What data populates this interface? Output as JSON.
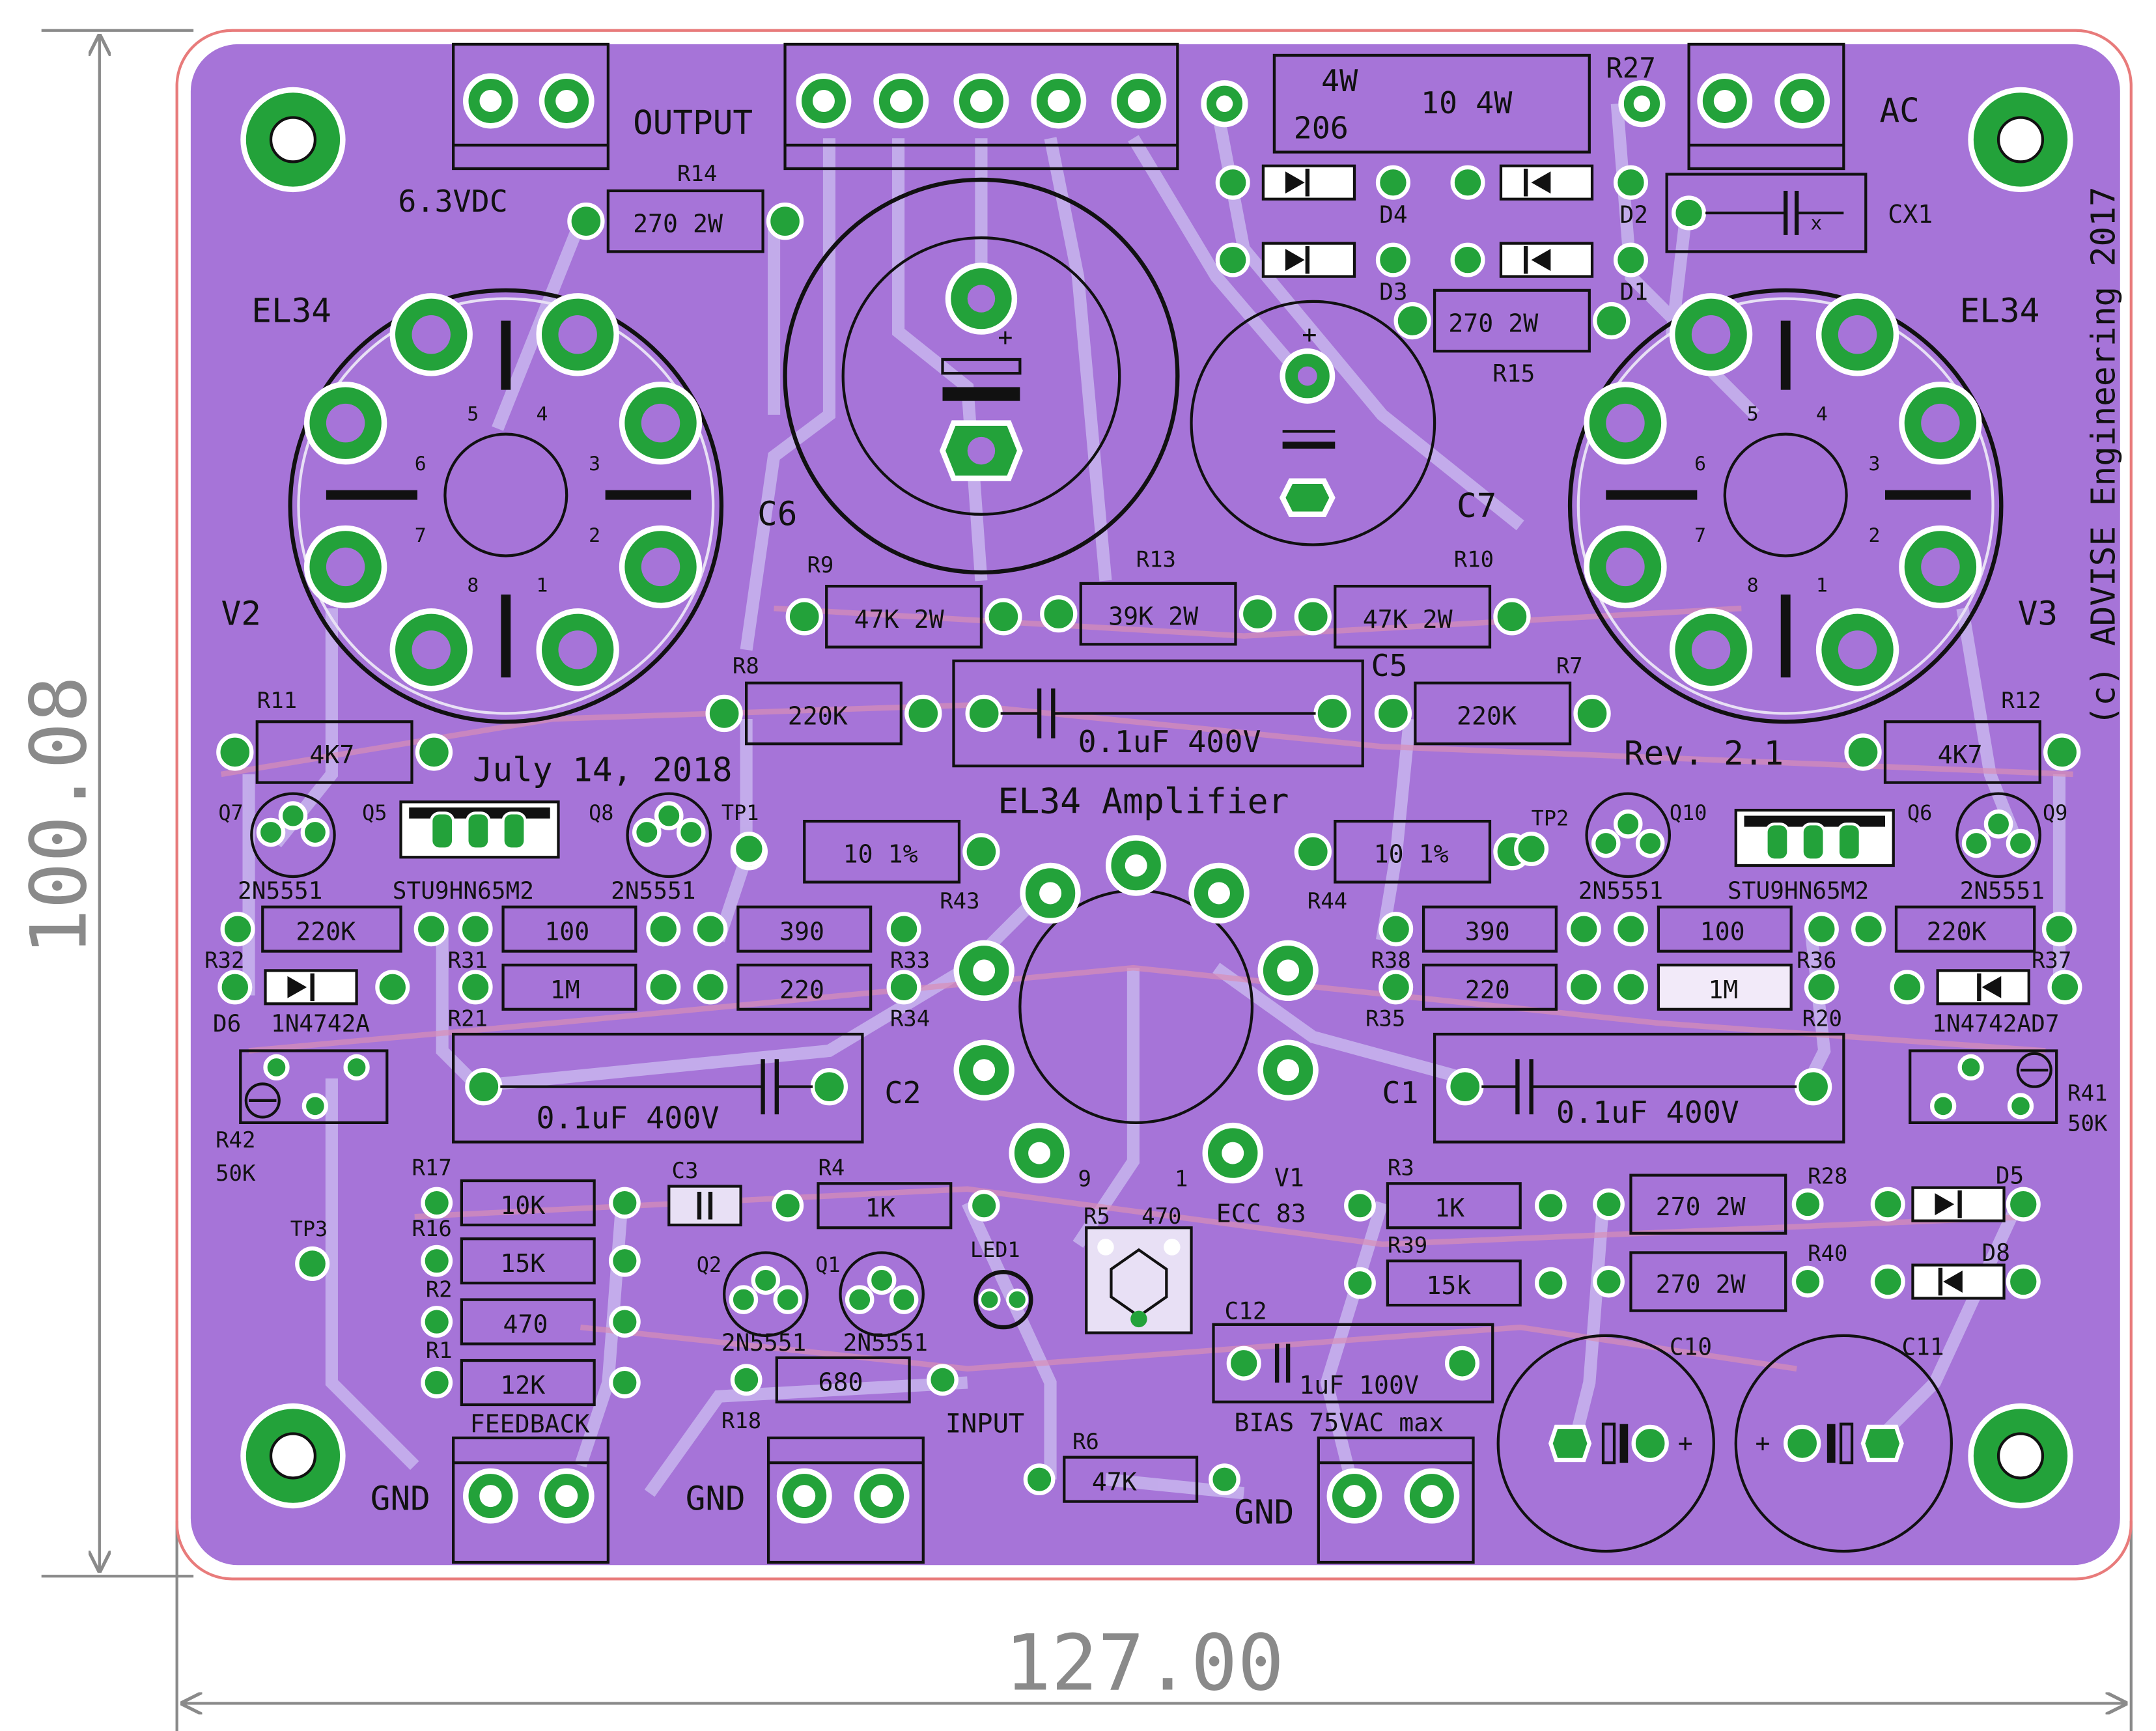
{
  "dimensions": {
    "height": "100.08",
    "width": "127.00"
  },
  "board": {
    "title": "EL34 Amplifier",
    "date": "July 14, 2018",
    "revision": "Rev. 2.1",
    "copyright": "(c) ADVISE Engineering 2017"
  },
  "connectors": {
    "out1": "6.3VDC",
    "out2": "OUTPUT",
    "ac": "AC",
    "feedback": "FEEDBACK",
    "input": "INPUT",
    "bias": "BIAS 75VAC max",
    "gnd1": "GND",
    "gnd2": "GND",
    "gnd3": "GND"
  },
  "tubes": {
    "v2_type": "EL34",
    "v2_ref": "V2",
    "v3_type": "EL34",
    "v3_ref": "V3",
    "v1_ref": "V1",
    "v1_type": "ECC 83",
    "pins": [
      "1",
      "2",
      "3",
      "4",
      "5",
      "6",
      "7",
      "8"
    ],
    "v1_pin9": "9",
    "v1_pin1": "1"
  },
  "resistors": {
    "r14_ref": "R14",
    "r14_val": "270 2W",
    "r27_ref": "R27",
    "r27_val": "10 4W",
    "r27_pwr": "4W",
    "r27_code": "206",
    "r15_ref": "R15",
    "r15_val": "270 2W",
    "r9_ref": "R9",
    "r9_val": "47K 2W",
    "r13_ref": "R13",
    "r13_val": "39K 2W",
    "r10_ref": "R10",
    "r10_val": "47K 2W",
    "r8_ref": "R8",
    "r8_val": "220K",
    "r7_ref": "R7",
    "r7_val": "220K",
    "r11_ref": "R11",
    "r11_val": "4K7",
    "r12_ref": "R12",
    "r12_val": "4K7",
    "r43_ref": "R43",
    "r43_val": "10 1%",
    "r44_ref": "R44",
    "r44_val": "10 1%",
    "r32_ref": "R32",
    "r32_val": "220K",
    "r31_ref": "R31",
    "r31_val": "100",
    "r33_ref": "R33",
    "r33_val": "390",
    "r21_ref": "R21",
    "r21_val": "1M",
    "r34_ref": "R34",
    "r34_val": "220",
    "r38_ref": "R38",
    "r38_val": "390",
    "r36_ref": "R36",
    "r36_val": "100",
    "r37_ref": "R37",
    "r37_val": "220K",
    "r35_ref": "R35",
    "r35_val": "220",
    "r20_ref": "R20",
    "r20_val": "1M",
    "r42_ref": "R42",
    "r42_val": "50K",
    "r41_ref": "R41",
    "r41_val": "50K",
    "r17_ref": "R17",
    "r17_val": "10K",
    "r16_ref": "R16",
    "r16_val": "15K",
    "r2_ref": "R2",
    "r2_val": "470",
    "r1_ref": "R1",
    "r1_val": "12K",
    "r4_ref": "R4",
    "r4_val": "1K",
    "r3_ref": "R3",
    "r3_val": "1K",
    "r39_ref": "R39",
    "r39_val": "15k",
    "r28_ref": "R28",
    "r28_val": "270 2W",
    "r40_ref": "R40",
    "r40_val": "270 2W",
    "r18_ref": "R18",
    "r18_val": "680",
    "r6_ref": "R6",
    "r6_val": "47K",
    "r5_ref": "R5",
    "r5_val": "470"
  },
  "capacitors": {
    "c6": "C6",
    "c7": "C7",
    "c5_ref": "C5",
    "c5_val": "0.1uF 400V",
    "c2_ref": "C2",
    "c2_val": "0.1uF 400V",
    "c1_ref": "C1",
    "c1_val": "0.1uF 400V",
    "c3": "C3",
    "c12_ref": "C12",
    "c12_val": "1uF 100V",
    "c10": "C10",
    "c11": "C11",
    "cx1": "CX1",
    "cx1_mark": "x",
    "plus": "+"
  },
  "diodes": {
    "d1": "D1",
    "d2": "D2",
    "d3": "D3",
    "d4": "D4",
    "d5": "D5",
    "d8": "D8",
    "d6": "D6",
    "d6_val": "1N4742A",
    "d7_label": "1N4742AD7"
  },
  "transistors": {
    "q7": "Q7",
    "q5": "Q5",
    "q8": "Q8",
    "q10": "Q10",
    "q6": "Q6",
    "q9": "Q9",
    "q1": "Q1",
    "q2": "Q2",
    "q_small": "2N5551",
    "q_mos": "STU9HN65M2"
  },
  "misc": {
    "tp1": "TP1",
    "tp2": "TP2",
    "tp3": "TP3",
    "led1": "LED1"
  },
  "colors": {
    "board": "#a674d8",
    "copper": "#c3b0ec",
    "pad": "#23a23a",
    "silk": "#111111",
    "outline": "#e87b7b",
    "dimension": "#8a8a8a"
  }
}
